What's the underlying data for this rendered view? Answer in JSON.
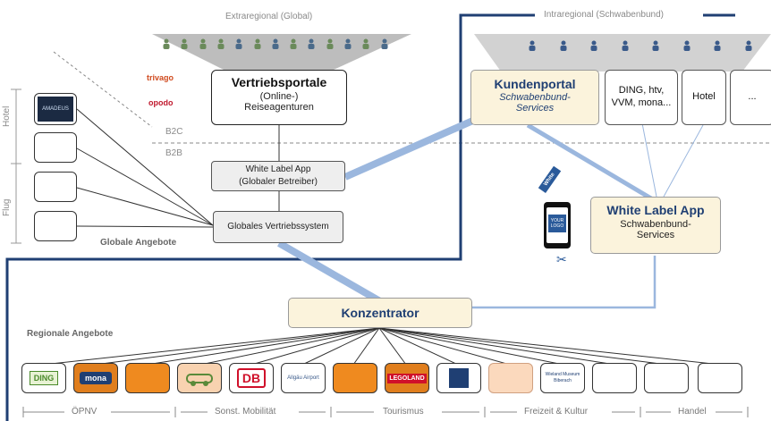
{
  "labels": {
    "extraregional": "Extraregional (Global)",
    "intraregional": "Intraregional (Schwabenbund)",
    "b2c": "B2C",
    "b2b": "B2B",
    "hotel_side": "Hotel",
    "flug_side": "Flug",
    "globale_angebote": "Globale Angebote",
    "regionale_angebote": "Regionale Angebote"
  },
  "logos": {
    "trivago": "trivago",
    "opodo": "opodo",
    "amadeus": "AMADEUS"
  },
  "vertriebsportale": {
    "title": "Vertriebsportale",
    "line1": "(Online-)",
    "line2": "Reiseagenturen"
  },
  "white_label_global": {
    "line1": "White Label App",
    "line2": "(Globaler Betreiber)"
  },
  "globales_vertriebssystem": "Globales Vertriebssystem",
  "kundenportal": {
    "title": "Kundenportal",
    "line1": "Schwabenbund-",
    "line2": "Services"
  },
  "ding_box": {
    "line1": "DING, htv,",
    "line2": "VVM, mona..."
  },
  "hotel_box": "Hotel",
  "ellipsis_box": "...",
  "white_label_regional": {
    "title": "White Label App",
    "line1": "Schwabenbund-",
    "line2": "Services"
  },
  "phone": {
    "banner": "White Label",
    "logo": "YOUR LOGO"
  },
  "konzentrator": "Konzentrator",
  "tiles": {
    "ding": "DING",
    "mona": "mona",
    "db": "DB",
    "allgaeu_airport": "Allgäu Airport",
    "legoland": "LEGOLAND",
    "wieland": "Wieland Museum Biberach"
  },
  "categories": {
    "oepnv": "ÖPNV",
    "mobilitaet": "Sonst. Mobilität",
    "tourismus": "Tourismus",
    "freizeit": "Freizeit & Kultur",
    "handel": "Handel"
  },
  "colors": {
    "accent_blue": "#1f3f73",
    "connector_blue": "#9bb7de",
    "yellow_fill": "#fbf3dc",
    "orange_tile": "#ef8a1f"
  }
}
